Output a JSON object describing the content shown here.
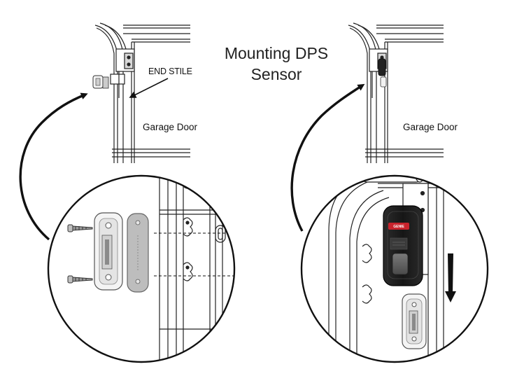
{
  "title": {
    "line1": "Mounting DPS",
    "line2": "Sensor"
  },
  "left_panel": {
    "end_stile_label": "END STILE",
    "door_label": "Garage Door"
  },
  "right_panel": {
    "door_label": "Garage Door"
  },
  "colors": {
    "line": "#222222",
    "sensor_black": "#1e1e1e",
    "sensor_brand_red": "#c8232c",
    "bracket_white": "#f4f4f4",
    "spacer_gray": "#bdbdbd"
  }
}
